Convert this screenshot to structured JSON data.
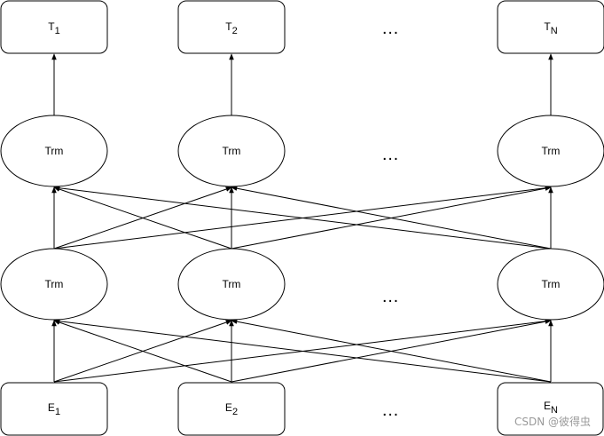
{
  "diagram": {
    "outputs": [
      {
        "base": "T",
        "sub": "1"
      },
      {
        "base": "T",
        "sub": "2"
      },
      {
        "base": "T",
        "sub": "N"
      }
    ],
    "embeddings": [
      {
        "base": "E",
        "sub": "1"
      },
      {
        "base": "E",
        "sub": "2"
      },
      {
        "base": "E",
        "sub": "N"
      }
    ],
    "trm_label": "Trm",
    "ellipsis": "…"
  },
  "watermark": "CSDN @彼得虫"
}
